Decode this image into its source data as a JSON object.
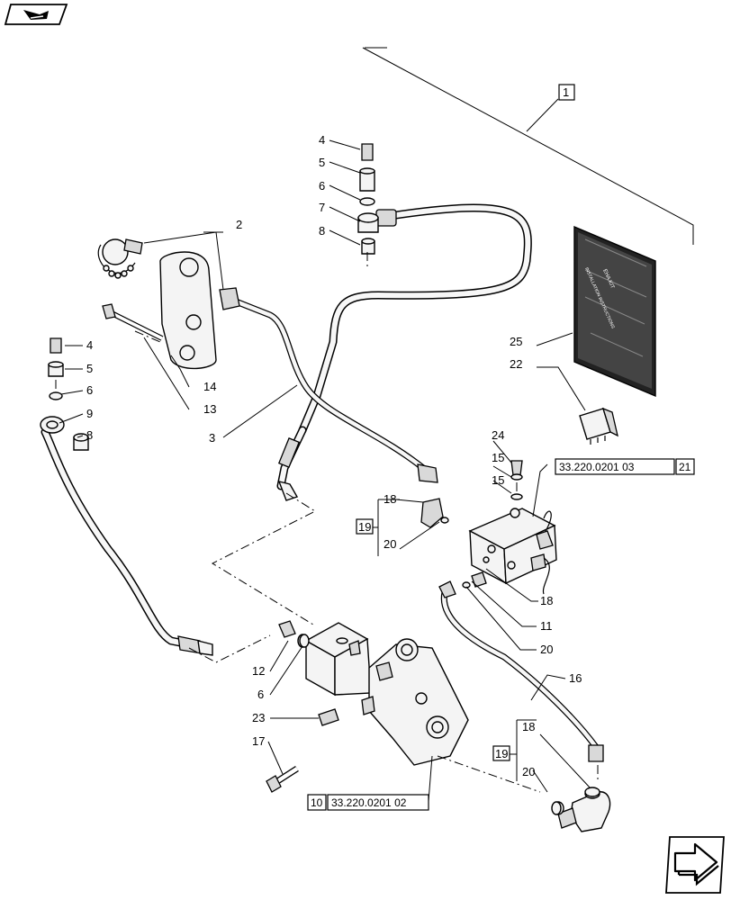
{
  "nav": {
    "back_icon": "arrow-back-icon",
    "next_icon": "arrow-forward-icon"
  },
  "callouts": {
    "kit": "1",
    "n2": "2",
    "n3": "3",
    "n4a": "4",
    "n5a": "5",
    "n6a": "6",
    "n7": "7",
    "n8a": "8",
    "n4b": "4",
    "n5b": "5",
    "n6b": "6",
    "n9": "9",
    "n8b": "8",
    "n14": "14",
    "n13": "13",
    "n25": "25",
    "n22": "22",
    "n24": "24",
    "n15a": "15",
    "n15b": "15",
    "n21": "21",
    "ref_valve_block": "33.220.0201 03",
    "n18a": "18",
    "n19a": "19",
    "n20a": "20",
    "n18b": "18",
    "n11": "11",
    "n20b": "20",
    "n16": "16",
    "n12": "12",
    "n6c": "6",
    "n23": "23",
    "n17": "17",
    "n10": "10",
    "ref_main_valve": "33.220.0201 02",
    "n18c": "18",
    "n19b": "19",
    "n20c": "20"
  },
  "manual": {
    "title": "EHA KIT",
    "subtitle": "INSTALLATION INSTRUCTIONS"
  }
}
